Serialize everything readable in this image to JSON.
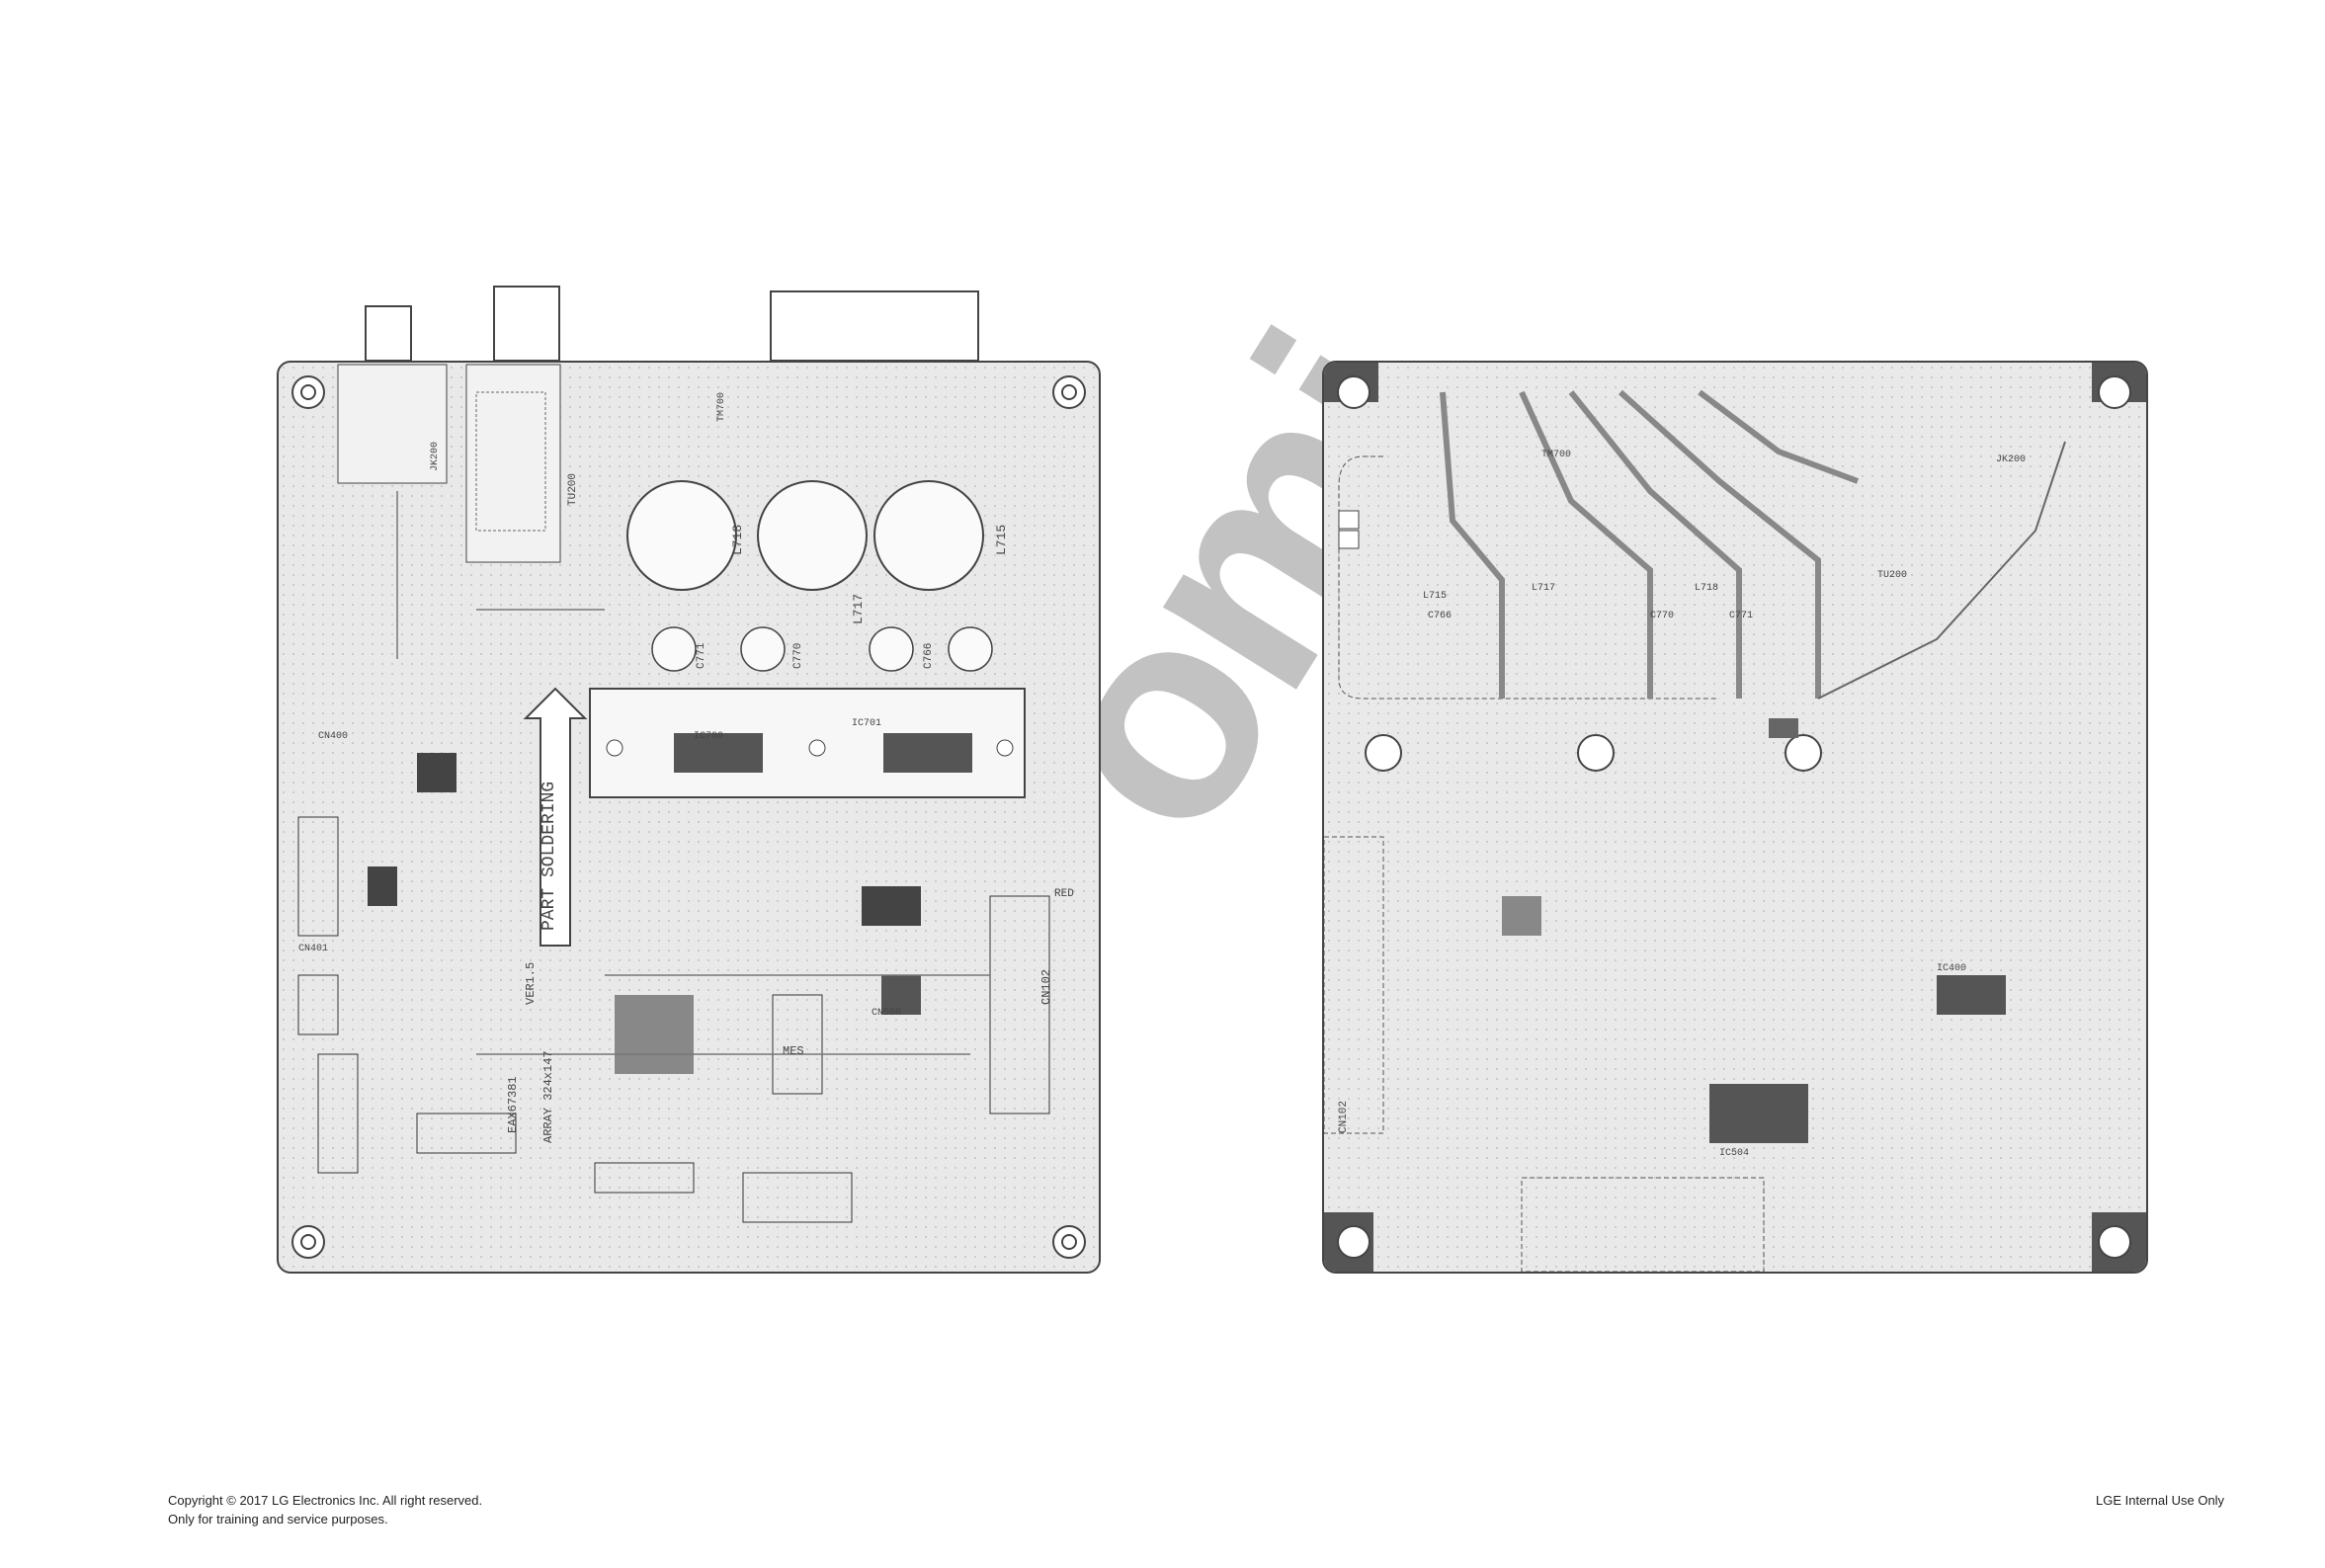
{
  "watermark": "omi",
  "footer": {
    "copyright_line1": "Copyright © 2017 LG Electronics Inc. All right reserved.",
    "copyright_line2": "Only for training and service purposes.",
    "internal_use": "LGE Internal Use Only"
  },
  "top_board": {
    "labels": {
      "ic700": "IC700",
      "ic701": "IC701",
      "l718": "L718",
      "l717": "L717",
      "l715": "L715",
      "c771": "C771",
      "c770": "C770",
      "c766": "C766",
      "tu200": "TU200",
      "tm700": "TM700",
      "jk200": "JK200",
      "cn400": "CN400",
      "cn401": "CN401",
      "cn500": "CN500",
      "cn102": "CN102",
      "red": "RED",
      "mes": "MES",
      "part_soldering": "PART SOLDERING",
      "board_code": "EAX67381",
      "board_ver": "VER1.5",
      "array_info": "ARRAY 324x147"
    }
  },
  "bottom_board": {
    "labels": {
      "ic400": "IC400",
      "ic504": "IC504",
      "tm700": "TM700",
      "l715": "L715",
      "l717": "L717",
      "l718": "L718",
      "c766": "C766",
      "c770": "C770",
      "c771": "C771",
      "tu200": "TU200",
      "jk200": "JK200",
      "cn102": "CN102"
    }
  }
}
